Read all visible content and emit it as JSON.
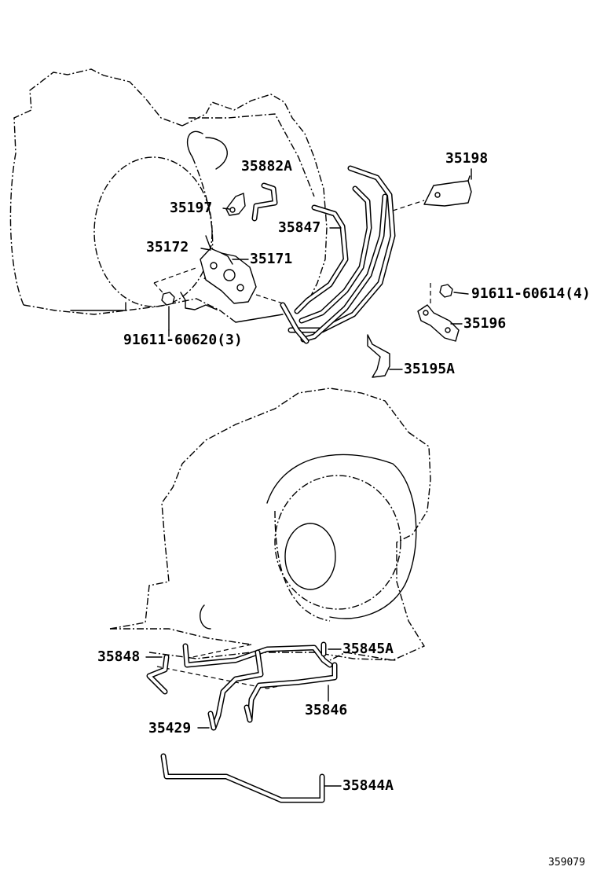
{
  "labels": {
    "p35882A": "35882A",
    "p35197": "35197",
    "p35847": "35847",
    "p35172": "35172",
    "p35171": "35171",
    "p35198": "35198",
    "p91611_60614": "91611-60614(4)",
    "p35196": "35196",
    "p91611_60620": "91611-60620(3)",
    "p35195A": "35195A",
    "p35848": "35848",
    "p35845A": "35845A",
    "p35429": "35429",
    "p35846": "35846",
    "p35844A": "35844A"
  },
  "figure_id": "359079"
}
